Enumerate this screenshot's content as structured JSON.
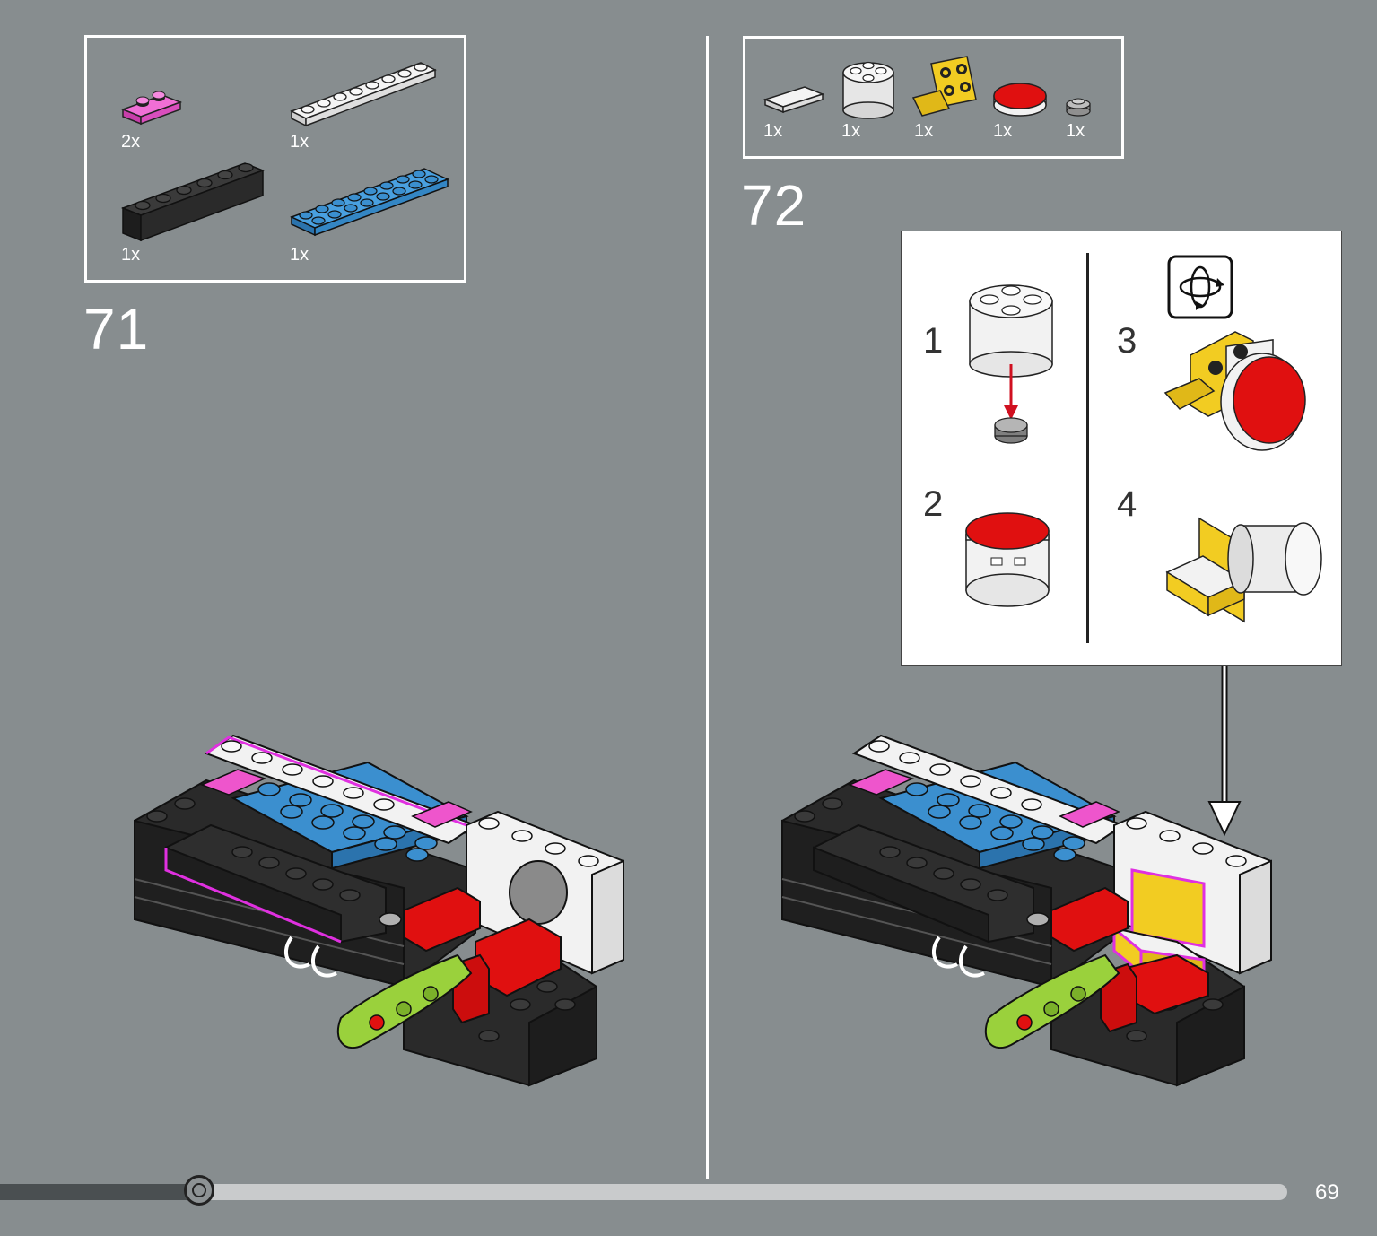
{
  "step71": {
    "number": "71",
    "parts": [
      {
        "name": "magenta-plate-1x2",
        "qty": "2x",
        "color": "#ee55cc"
      },
      {
        "name": "white-plate-1x8",
        "qty": "1x",
        "color": "#f2f2f2"
      },
      {
        "name": "black-brick-1x6",
        "qty": "1x",
        "color": "#2a2a2a"
      },
      {
        "name": "blue-plate-2x8",
        "qty": "1x",
        "color": "#3b8fcf"
      }
    ]
  },
  "step72": {
    "number": "72",
    "parts": [
      {
        "name": "white-tile-1x2",
        "qty": "1x",
        "color": "#f2f2f2"
      },
      {
        "name": "white-round-brick-2x2",
        "qty": "1x",
        "color": "#f2f2f2"
      },
      {
        "name": "yellow-bracket-plate",
        "qty": "1x",
        "color": "#f2cc22"
      },
      {
        "name": "red-round-tile-2x2",
        "qty": "1x",
        "color": "#e01010"
      },
      {
        "name": "gray-round-plate-1x1",
        "qty": "1x",
        "color": "#a8a8a8"
      }
    ],
    "substeps": [
      "1",
      "2",
      "3",
      "4"
    ],
    "rotate_icon": "rotate-model-icon"
  },
  "colors": {
    "background": "#878d8f",
    "black": "#2a2a2a",
    "blue": "#3b8fcf",
    "magenta": "#ee55cc",
    "red": "#e01010",
    "yellow": "#f2cc22",
    "lime": "#9ad13c",
    "white": "#f2f2f2"
  },
  "progress": {
    "fraction": 0.155
  },
  "page_number": "69"
}
